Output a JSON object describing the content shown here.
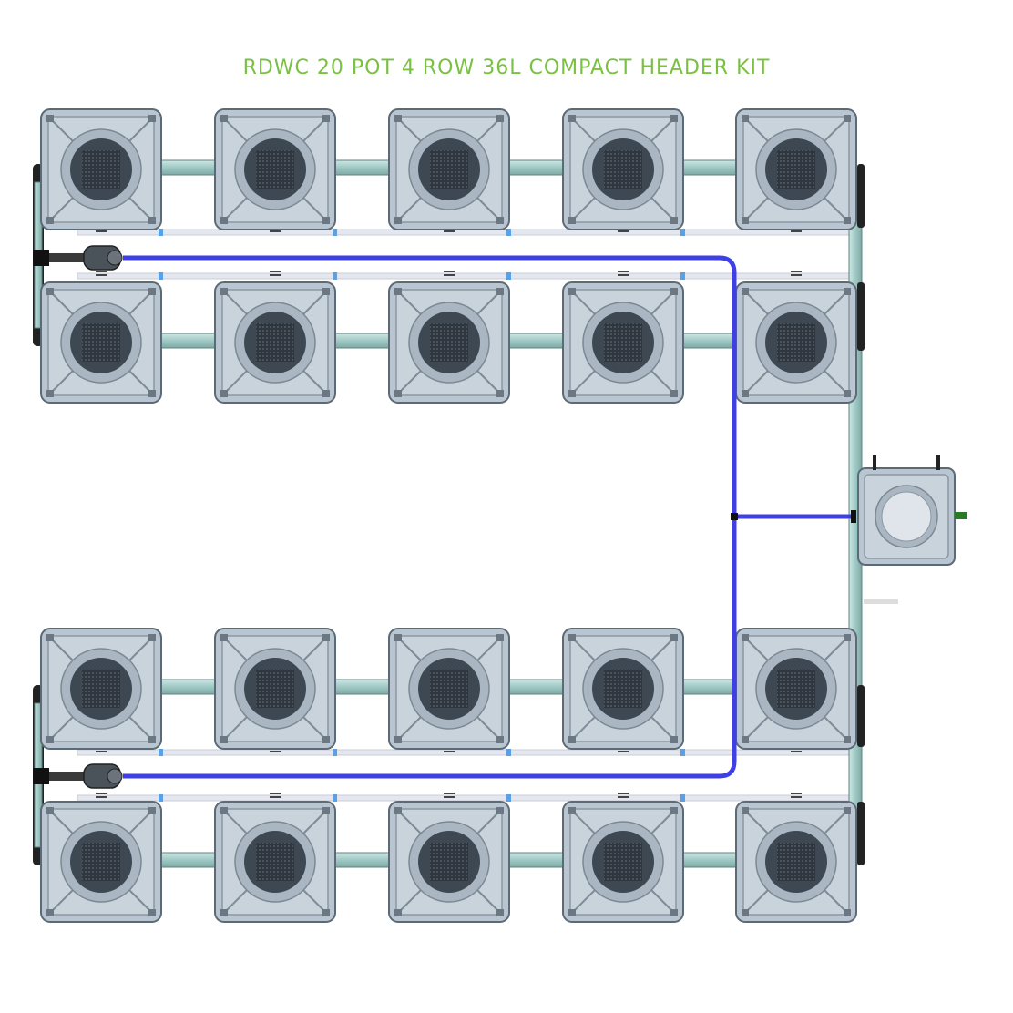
{
  "title": "RDWC 20 POT 4 ROW 36L COMPACT HEADER KIT",
  "colors": {
    "title": "#7ac143",
    "pot_body": "#b9c6d1",
    "pot_outline": "#5c6a76",
    "pot_lid": "#3e4852",
    "pipe": "#9fc9c5",
    "pipe_outline": "#5f8582",
    "blue_hose": "#3f3fe6",
    "white_pipe": "#e4e7ef"
  },
  "layout": {
    "rows": 4,
    "pots_per_row": 5,
    "pot_count": 20,
    "header_tank_count": 1
  },
  "icons": {
    "pot": "square-pot-icon",
    "mesh": "net-pot-mesh-icon",
    "header": "header-tank-icon",
    "pump": "pump-icon",
    "fitting": "hose-fitting-icon"
  }
}
